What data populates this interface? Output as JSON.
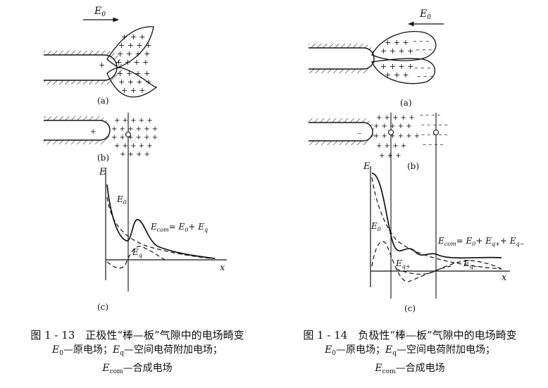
{
  "fig13": {
    "e0": "E",
    "e0_sub": "0",
    "label_a": "(a)",
    "label_b": "(b)",
    "label_c": "(c)",
    "axis_e": "E",
    "axis_x": "x",
    "c_e0_main": "E",
    "c_e0_sub": "0",
    "c_eq_main": "E",
    "c_eq_sub": "q",
    "c_ecom_main": "E",
    "c_ecom_sub": "com",
    "c_ecom_eq": "= E",
    "c_ecom_s1": "0",
    "c_ecom_plus": "+ E",
    "c_ecom_s2": "q",
    "caption_title": "图 1 - 13　正极性“棒—板”气隙中的电场畸变",
    "cap2_e": "E",
    "cap2_s": "0",
    "cap2_t1": "—原电场；",
    "cap2_e2": "E",
    "cap2_s2": "q",
    "cap2_t2": "—空间电荷附加电场；",
    "cap3_e": "E",
    "cap3_s": "com",
    "cap3_t": "—合成电场"
  },
  "fig14": {
    "e0": "E",
    "e0_sub": "0",
    "label_a": "(a)",
    "label_b": "(b)",
    "label_c": "(c)",
    "axis_e": "E",
    "axis_x": "x",
    "c_e0_main": "E",
    "c_e0_sub": "0",
    "c_eqp_main": "E",
    "c_eqp_sub": "q+",
    "c_eqm_main": "E",
    "c_eqm_sub": "q−",
    "c_ecom_main": "E",
    "c_ecom_sub": "com",
    "c_ecom_eq": "= E",
    "c_ecom_s1": "0",
    "c_ecom_plus": "+ E",
    "c_ecom_s2": "q+",
    "c_ecom_plus2": "+ E",
    "c_ecom_s3": "q−",
    "caption_title": "图 1 - 14　负极性“棒—板”气隙中的电场畸变",
    "cap2_e": "E",
    "cap2_s": "0",
    "cap2_t1": "—原电场；",
    "cap2_e2": "E",
    "cap2_s2": "q",
    "cap2_t2": "—空间电荷附加电场；",
    "cap3_e": "E",
    "cap3_s": "com",
    "cap3_t": "—合成电场"
  }
}
